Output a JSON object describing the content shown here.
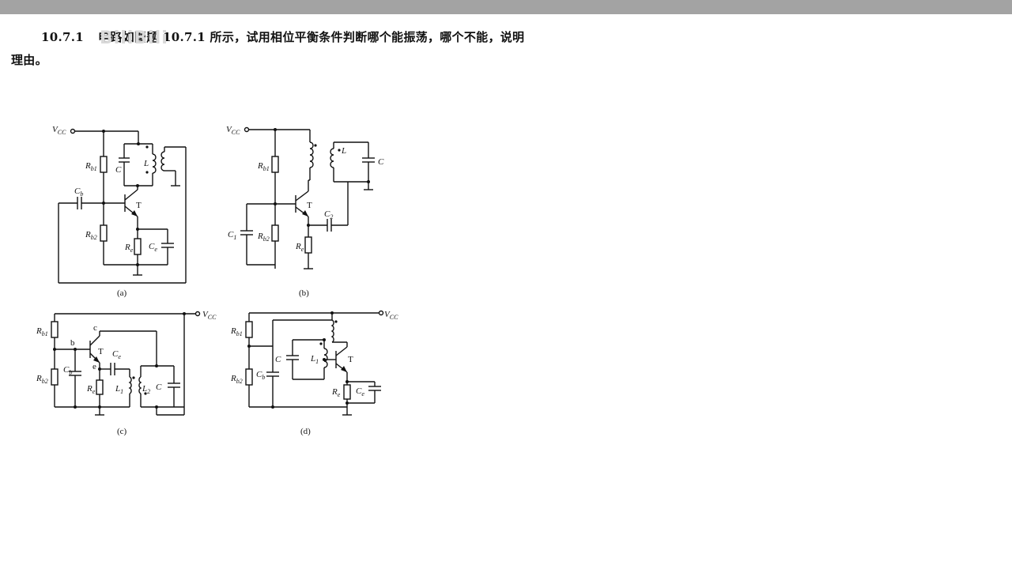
{
  "problem": {
    "number": "10.7.1",
    "text_line1": "电路如图题 10.7.1 所示，试用相位平衡条件判断哪个能振荡，哪个不能，说明",
    "text_line2": "理由。",
    "watermark": "BiliBili"
  },
  "circuits": {
    "a": {
      "caption": "(a)",
      "vcc": "V",
      "vcc_sub": "CC",
      "rb1": "R",
      "rb1_sub": "b1",
      "rb2": "R",
      "rb2_sub": "b2",
      "cb": "C",
      "cb_sub": "b",
      "re": "R",
      "re_sub": "e",
      "ce": "C",
      "ce_sub": "e",
      "c": "C",
      "l": "L",
      "t": "T"
    },
    "b": {
      "caption": "(b)",
      "vcc": "V",
      "vcc_sub": "CC",
      "rb1": "R",
      "rb1_sub": "b1",
      "rb2": "R",
      "rb2_sub": "b2",
      "c1": "C",
      "c1_sub": "1",
      "c2": "C",
      "c2_sub": "2",
      "re": "R",
      "re_sub": "e",
      "l": "L",
      "c": "C",
      "t": "T"
    },
    "c": {
      "caption": "(c)",
      "vcc": "V",
      "vcc_sub": "CC",
      "rb1": "R",
      "rb1_sub": "b1",
      "rb2": "R",
      "rb2_sub": "b2",
      "cb": "C",
      "cb_sub": "b",
      "ce": "C",
      "ce_sub": "e",
      "re": "R",
      "re_sub": "e",
      "l1": "L",
      "l1_sub": "1",
      "l2": "L",
      "l2_sub": "2",
      "c": "C",
      "t": "T",
      "node_b": "b",
      "node_c": "c",
      "node_e": "e"
    },
    "d": {
      "caption": "(d)",
      "vcc": "V",
      "vcc_sub": "CC",
      "rb1": "R",
      "rb1_sub": "b1",
      "rb2": "R",
      "rb2_sub": "b2",
      "cb": "C",
      "cb_sub": "b",
      "c": "C",
      "l1": "L",
      "l1_sub": "1",
      "re": "R",
      "re_sub": "e",
      "ce": "C",
      "ce_sub": "e",
      "t": "T"
    }
  }
}
